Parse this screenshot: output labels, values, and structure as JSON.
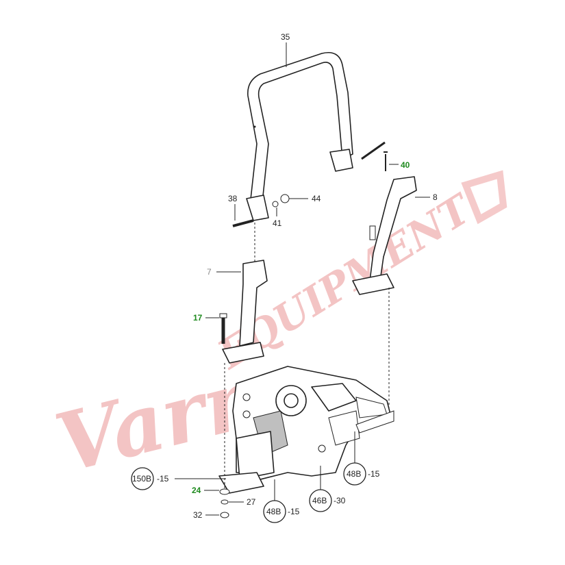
{
  "watermark": {
    "word1": "Varne",
    "word2": "EQUIPMENT",
    "color": "#e88a8a"
  },
  "callouts": {
    "c35": "35",
    "c40": "40",
    "c8": "8",
    "c38": "38",
    "c44": "44",
    "c41": "41",
    "c7": "7",
    "c17": "17",
    "ref150b": "150B",
    "ref150b_qty": "-15",
    "c24": "24",
    "c27": "27",
    "c32": "32",
    "ref48b_a": "48B",
    "ref48b_a_qty": "-15",
    "ref46b": "46B",
    "ref46b_qty": "-30",
    "ref48b_b": "48B",
    "ref48b_b_qty": "-15"
  },
  "colors": {
    "line": "#222222",
    "highlight_label": "#1e8a1e",
    "muted_label": "#888888"
  }
}
